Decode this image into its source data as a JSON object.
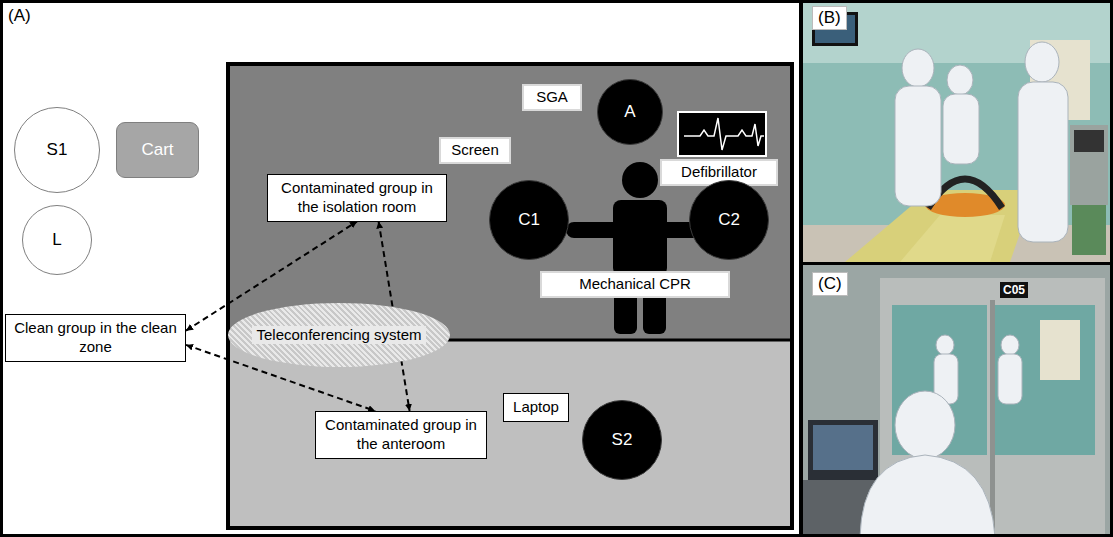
{
  "diagram": {
    "nodes": [
      {
        "text": [
          "S1"
        ]
      },
      {
        "text": [
          "Cart"
        ]
      },
      {
        "text": [
          "L"
        ]
      },
      {
        "text": [
          "SGA"
        ]
      },
      {
        "text": [
          "A"
        ]
      },
      {
        "text": [
          "Screen"
        ]
      },
      {
        "text": [
          "Defibrillator"
        ]
      },
      {
        "text": [
          "Contaminated group in the isolation room"
        ]
      },
      {
        "text": [
          "C1"
        ]
      },
      {
        "text": [
          "C2"
        ]
      },
      {
        "text": [
          "Mechanical CPR"
        ]
      },
      {
        "text": [
          "Clean group in the clean zone"
        ]
      },
      {
        "text": [
          "Teleconferencing system"
        ]
      },
      {
        "text": [
          "Contaminated group in the anteroom"
        ]
      },
      {
        "text": [
          "Laptop"
        ]
      },
      {
        "text": [
          "S2"
        ]
      }
    ],
    "edges": [
      {
        "from": 11,
        "to": 7,
        "arrow": "both"
      },
      {
        "from": 11,
        "to": 13,
        "arrow": "both"
      },
      {
        "from": 7,
        "to": 13,
        "arrow": "both"
      }
    ],
    "labels": [
      "(A)",
      "(B)",
      "(C)",
      "C05"
    ]
  }
}
